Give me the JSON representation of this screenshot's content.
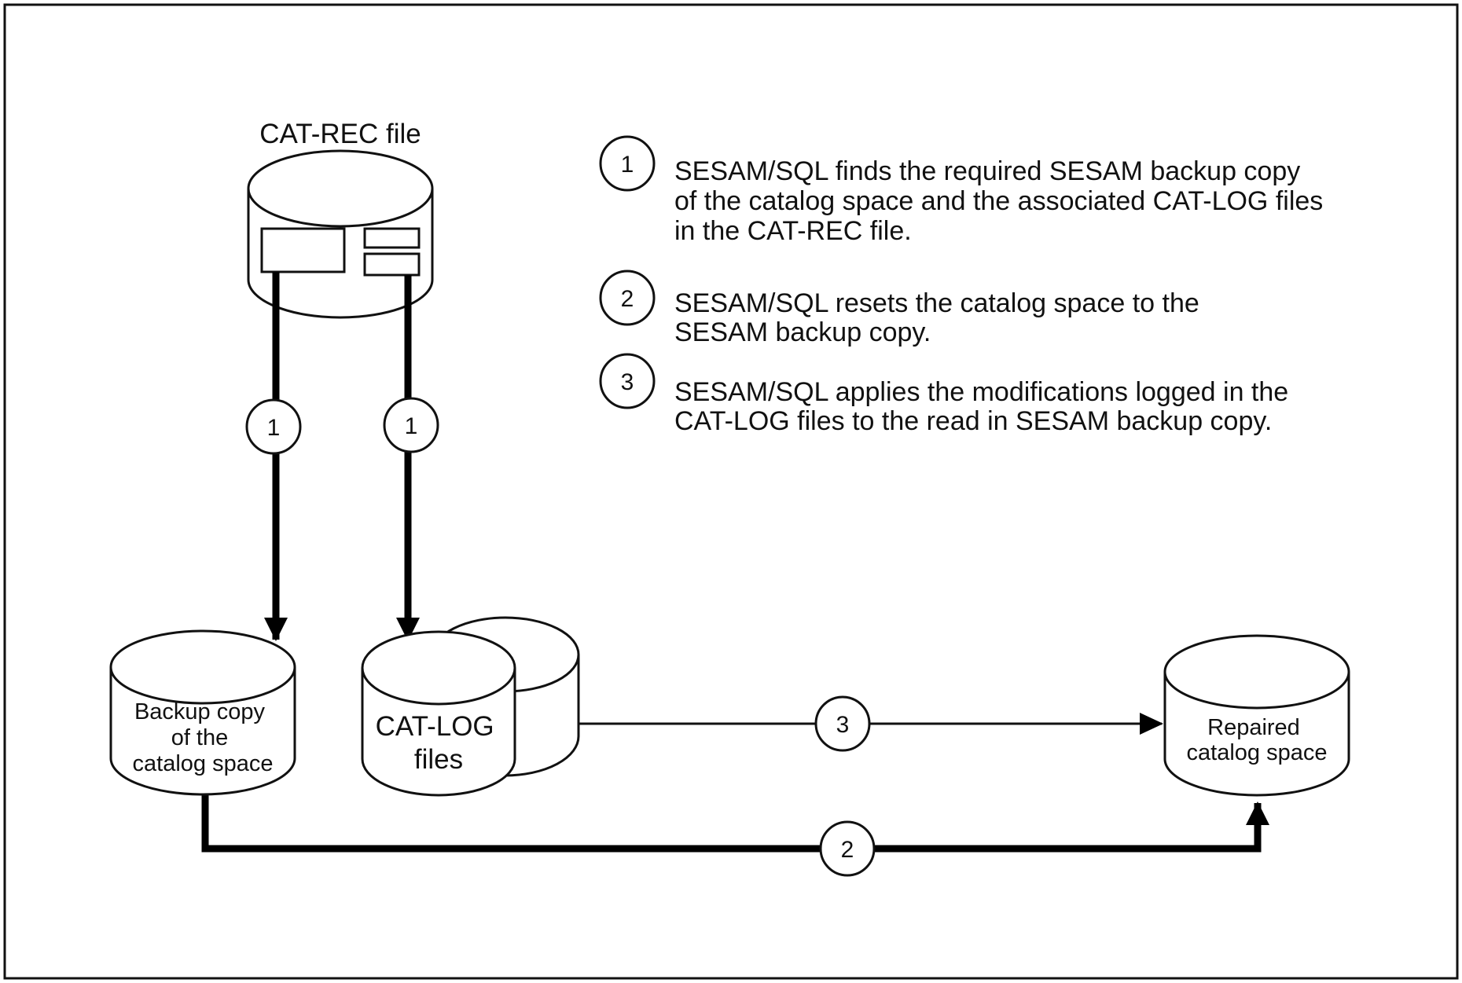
{
  "diagram": {
    "cat_rec_label": "CAT-REC file",
    "backup_label": [
      "Backup copy",
      "of the",
      "catalog space"
    ],
    "catlog_label": [
      "CAT-LOG",
      "files"
    ],
    "repaired_label": [
      "Repaired",
      "catalog space"
    ],
    "markers": {
      "left_arrow": "1",
      "right_arrow": "1",
      "bottom_arrow": "2",
      "middle_arrow": "3"
    }
  },
  "legend": [
    {
      "number": "1",
      "lines": [
        "SESAM/SQL finds the required SESAM backup copy",
        "of the catalog space and the associated CAT-LOG files",
        "in the CAT-REC file."
      ]
    },
    {
      "number": "2",
      "lines": [
        "SESAM/SQL resets the catalog space to the",
        "SESAM backup copy."
      ]
    },
    {
      "number": "3",
      "lines": [
        "SESAM/SQL applies the modifications logged in the",
        "CAT-LOG files to the read in SESAM backup copy."
      ]
    }
  ]
}
